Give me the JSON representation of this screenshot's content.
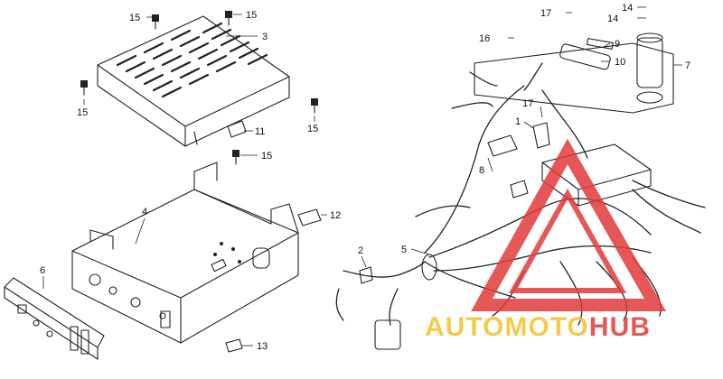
{
  "diagram": {
    "callouts": [
      {
        "id": "c15a",
        "text": "15"
      },
      {
        "id": "c15b",
        "text": "15"
      },
      {
        "id": "c3",
        "text": "3"
      },
      {
        "id": "c15c",
        "text": "15"
      },
      {
        "id": "c15d",
        "text": "15"
      },
      {
        "id": "c11",
        "text": "11"
      },
      {
        "id": "c15e",
        "text": "15"
      },
      {
        "id": "c4",
        "text": "4"
      },
      {
        "id": "c12",
        "text": "12"
      },
      {
        "id": "c6",
        "text": "6"
      },
      {
        "id": "c13",
        "text": "13"
      },
      {
        "id": "c2",
        "text": "2"
      },
      {
        "id": "c5",
        "text": "5"
      },
      {
        "id": "c16",
        "text": "16"
      },
      {
        "id": "c17a",
        "text": "17"
      },
      {
        "id": "c14a",
        "text": "14"
      },
      {
        "id": "c14b",
        "text": "14"
      },
      {
        "id": "c9",
        "text": "9"
      },
      {
        "id": "c10",
        "text": "10"
      },
      {
        "id": "c7",
        "text": "7"
      },
      {
        "id": "c17b",
        "text": "17"
      },
      {
        "id": "c1",
        "text": "1"
      },
      {
        "id": "c8",
        "text": "8"
      }
    ]
  },
  "watermark": {
    "brand_part1": "AUTOMOTO",
    "brand_part2": "HUB",
    "color_red": "#e23a3a",
    "color_yellow": "#f2c230"
  }
}
